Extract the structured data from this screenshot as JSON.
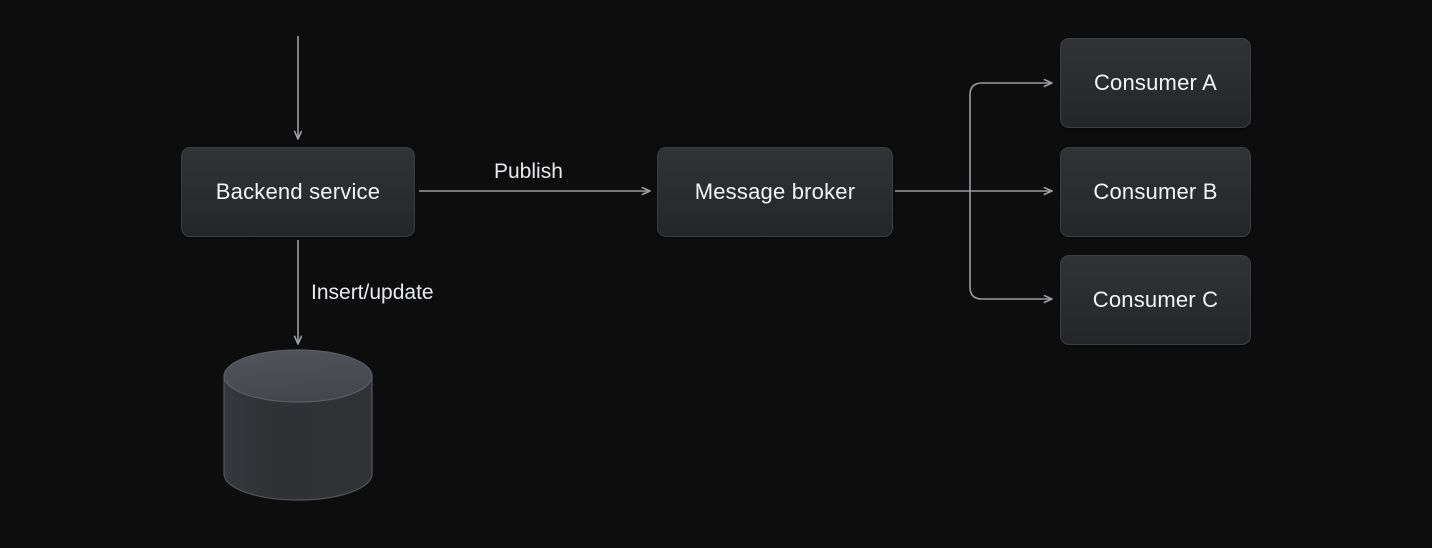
{
  "diagram": {
    "title": "Backend service publish / persist flow",
    "background_color": "#0d0d0d",
    "node_fill_top": "#303236",
    "node_fill_bottom": "#232528",
    "node_border_color": "#3b3e43",
    "text_color": "#f2f3f5",
    "connector_color": "#9a9da2"
  },
  "nodes": {
    "backend_service": {
      "label": "Backend service"
    },
    "message_broker": {
      "label": "Message broker"
    },
    "consumer_a": {
      "label": "Consumer A"
    },
    "consumer_b": {
      "label": "Consumer B"
    },
    "consumer_c": {
      "label": "Consumer C"
    },
    "database": {
      "label": ""
    }
  },
  "edges": {
    "incoming_request": {
      "label": ""
    },
    "publish": {
      "label": "Publish"
    },
    "insert_update": {
      "label": "Insert/update"
    },
    "broker_to_consumer_a": {
      "label": ""
    },
    "broker_to_consumer_b": {
      "label": ""
    },
    "broker_to_consumer_c": {
      "label": ""
    }
  }
}
